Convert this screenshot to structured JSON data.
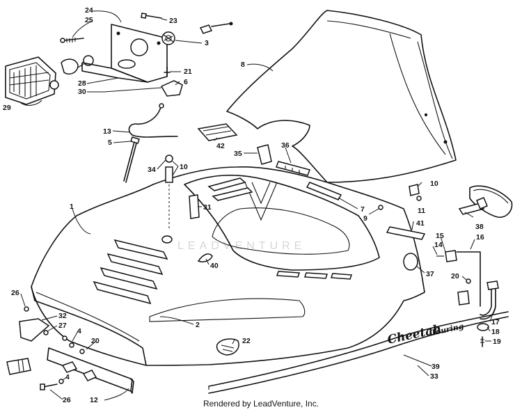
{
  "callouts": [
    {
      "id": "c24",
      "text": "24"
    },
    {
      "id": "c25",
      "text": "25"
    },
    {
      "id": "c23",
      "text": "23"
    },
    {
      "id": "c3",
      "text": "3"
    },
    {
      "id": "c29",
      "text": "29"
    },
    {
      "id": "c28",
      "text": "28"
    },
    {
      "id": "c30",
      "text": "30"
    },
    {
      "id": "c21",
      "text": "21"
    },
    {
      "id": "c6",
      "text": "6"
    },
    {
      "id": "c8",
      "text": "8"
    },
    {
      "id": "c13",
      "text": "13"
    },
    {
      "id": "c5",
      "text": "5"
    },
    {
      "id": "c42",
      "text": "42"
    },
    {
      "id": "c35",
      "text": "35"
    },
    {
      "id": "c36",
      "text": "36"
    },
    {
      "id": "c34",
      "text": "34"
    },
    {
      "id": "c10a",
      "text": "10"
    },
    {
      "id": "c10b",
      "text": "10"
    },
    {
      "id": "c11",
      "text": "11"
    },
    {
      "id": "c1",
      "text": "1"
    },
    {
      "id": "c31",
      "text": "31"
    },
    {
      "id": "c7",
      "text": "7"
    },
    {
      "id": "c9",
      "text": "9"
    },
    {
      "id": "c41",
      "text": "41"
    },
    {
      "id": "c38",
      "text": "38"
    },
    {
      "id": "c15",
      "text": "15"
    },
    {
      "id": "c14",
      "text": "14"
    },
    {
      "id": "c16",
      "text": "16"
    },
    {
      "id": "c40",
      "text": "40"
    },
    {
      "id": "c37",
      "text": "37"
    },
    {
      "id": "c20a",
      "text": "20"
    },
    {
      "id": "c26a",
      "text": "26"
    },
    {
      "id": "c32",
      "text": "32"
    },
    {
      "id": "c27",
      "text": "27"
    },
    {
      "id": "c2",
      "text": "2"
    },
    {
      "id": "c4a",
      "text": "4"
    },
    {
      "id": "c20b",
      "text": "20"
    },
    {
      "id": "c22",
      "text": "22"
    },
    {
      "id": "c17",
      "text": "17"
    },
    {
      "id": "c18",
      "text": "18"
    },
    {
      "id": "c19",
      "text": "19"
    },
    {
      "id": "c39",
      "text": "39"
    },
    {
      "id": "c33",
      "text": "33"
    },
    {
      "id": "c4b",
      "text": "4"
    },
    {
      "id": "c26b",
      "text": "26"
    },
    {
      "id": "c12",
      "text": "12"
    }
  ],
  "decal": {
    "brand": "Cheetah",
    "model": "Touring"
  },
  "watermark": "LEADVENTURE",
  "footer": "Rendered by LeadVenture, Inc."
}
